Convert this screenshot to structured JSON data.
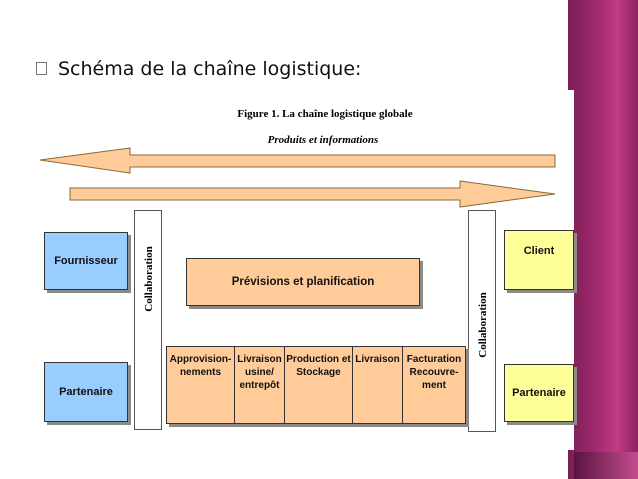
{
  "slide": {
    "title": "Schéma de la chaîne logistique:",
    "bullet_icon": "square-bullet"
  },
  "figure": {
    "title": "Figure 1. La chaîne logistique globale",
    "subtitle": "Produits et informations",
    "left_boxes": {
      "top": "Fournisseur",
      "bottom": "Partenaire"
    },
    "right_boxes": {
      "top": "Client",
      "bottom": "Partenaire"
    },
    "collaboration_label": "Collaboration",
    "planning": "Prévisions et planification",
    "process_steps": [
      "Approvision-\nnements",
      "Livraison\nusine/\nentrepôt",
      "Production et\nStockage",
      "Livraison",
      "Facturation\nRecouvre-\nment"
    ],
    "colors": {
      "arrow": "#ffcc99",
      "supplier_boxes": "#99ccff",
      "customer_boxes": "#ffff99",
      "process_boxes": "#ffcc99",
      "slide_decoration": "#a0286f"
    }
  }
}
